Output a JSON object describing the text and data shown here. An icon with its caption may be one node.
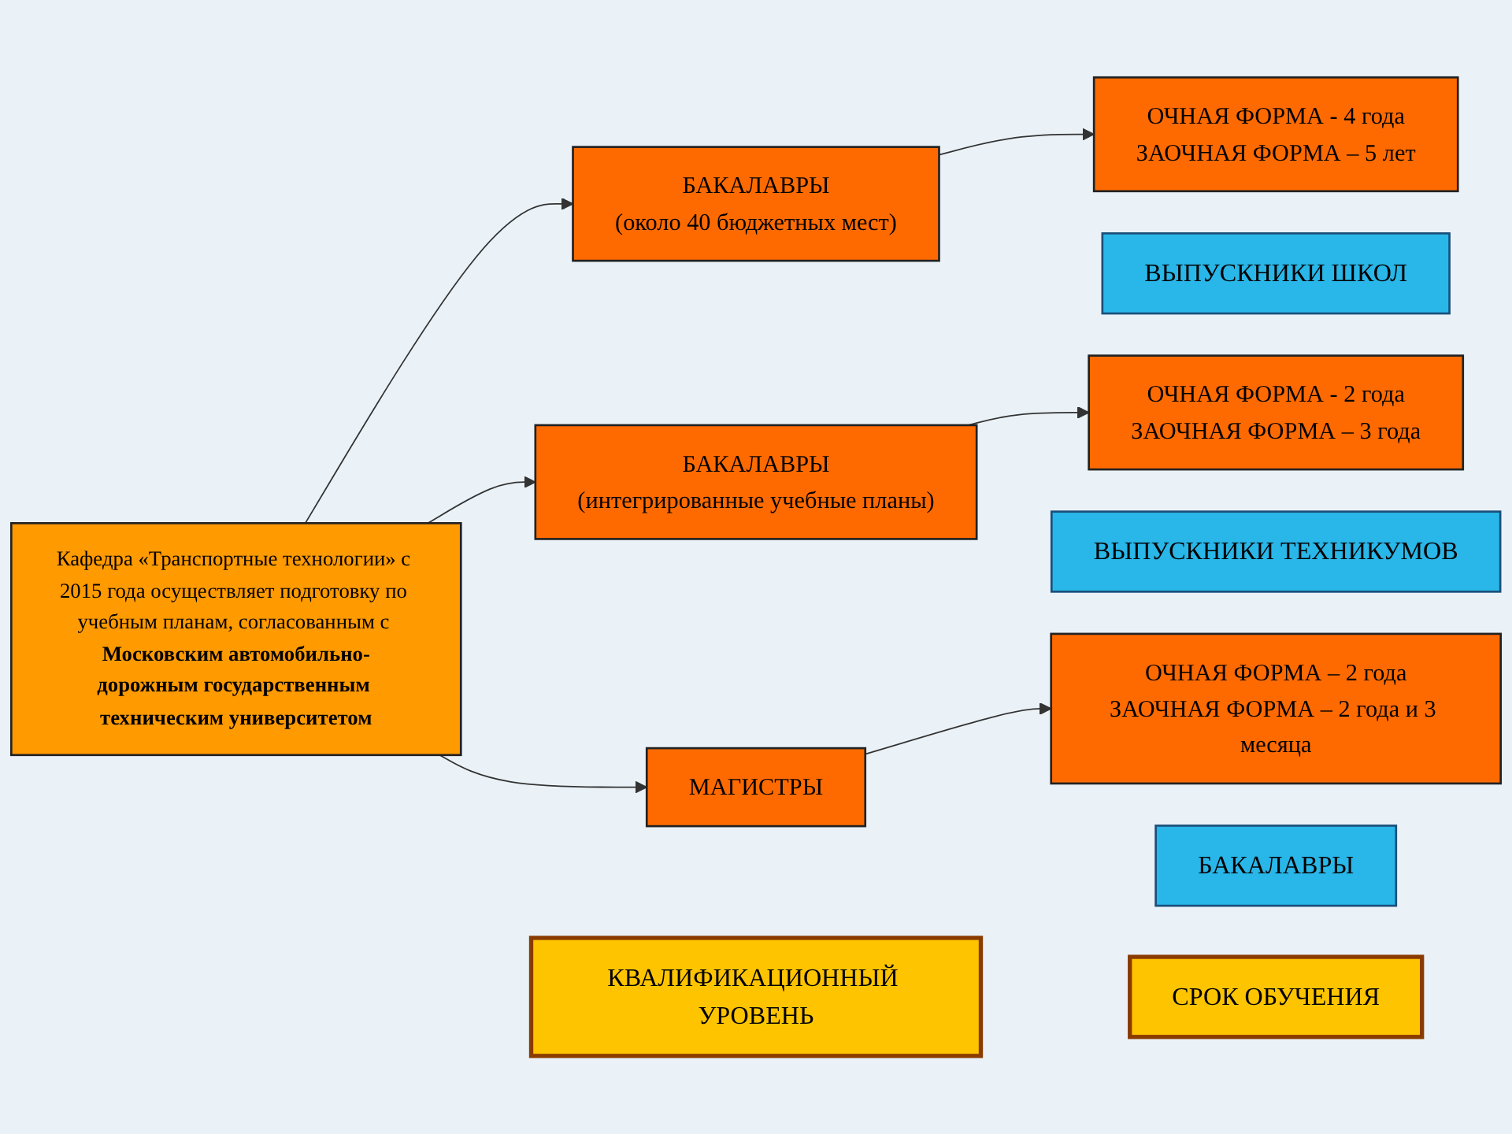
{
  "diagram": {
    "nodes": [
      {
        "text": [
          "Кафедра «Транспортные технологии» с 2015 года осуществляет подготовку по учебным планам, согласованным с **Московским автомобильно-дорожным государственным техническим университетом**"
        ]
      },
      {
        "text": [
          "КВАЛИФИКАЦИОННЫЙ УРОВЕНЬ"
        ]
      },
      {
        "text": [
          "СРОК ОБУЧЕНИЯ"
        ]
      },
      {
        "text": [
          "ВЫПУСКНИКИ ШКОЛ"
        ]
      },
      {
        "text": [
          "БАКАЛАВРЫ",
          "(около 40 бюджетных мест)"
        ]
      },
      {
        "text": [
          "ОЧНАЯ ФОРМА - 4 года",
          "ЗАОЧНАЯ ФОРМА – 5 лет"
        ]
      },
      {
        "text": [
          "ВЫПУСКНИКИ ТЕХНИКУМОВ"
        ]
      },
      {
        "text": [
          "БАКАЛАВРЫ",
          "(интегрированные учебные планы)"
        ]
      },
      {
        "text": [
          "ОЧНАЯ ФОРМА - 2 года",
          "ЗАОЧНАЯ ФОРМА – 3 года"
        ]
      },
      {
        "text": [
          "БАКАЛАВРЫ"
        ]
      },
      {
        "text": [
          "МАГИСТРЫ"
        ]
      },
      {
        "text": [
          "ОЧНАЯ ФОРМА – 2 года",
          "ЗАОЧНАЯ ФОРМА – 2 года и 3 месяца"
        ]
      }
    ],
    "edges": [
      {
        "from": 0,
        "to": 4,
        "arrow": "to"
      },
      {
        "from": 0,
        "to": 7,
        "arrow": "to"
      },
      {
        "from": 0,
        "to": 10,
        "arrow": "to"
      },
      {
        "from": 4,
        "to": 5,
        "arrow": "to"
      },
      {
        "from": 7,
        "to": 8,
        "arrow": "to"
      },
      {
        "from": 10,
        "to": 11,
        "arrow": "to"
      }
    ]
  }
}
